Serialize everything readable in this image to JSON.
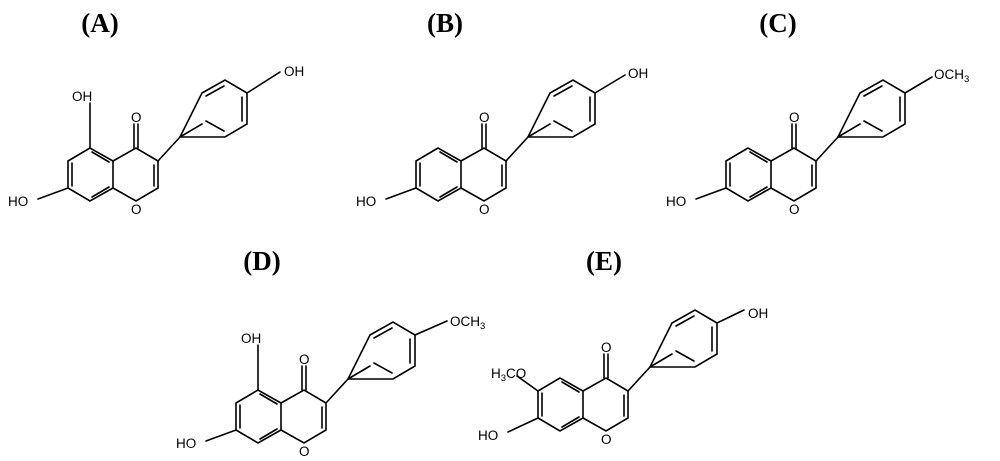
{
  "figure": {
    "panels": [
      {
        "id": "A",
        "label": "(A)",
        "substituents": {
          "ring_oh_top": "OH",
          "ring_oh_left": "HO",
          "carbonyl_o": "O",
          "ring_o": "O",
          "phenyl_para": "OH"
        }
      },
      {
        "id": "B",
        "label": "(B)",
        "substituents": {
          "ring_oh_left": "HO",
          "carbonyl_o": "O",
          "ring_o": "O",
          "phenyl_para": "OH"
        }
      },
      {
        "id": "C",
        "label": "(C)",
        "substituents": {
          "ring_oh_left": "HO",
          "carbonyl_o": "O",
          "ring_o": "O",
          "phenyl_para": "OCH3"
        }
      },
      {
        "id": "D",
        "label": "(D)",
        "substituents": {
          "ring_oh_top": "OH",
          "ring_oh_left": "HO",
          "carbonyl_o": "O",
          "ring_o": "O",
          "phenyl_para": "OCH3"
        }
      },
      {
        "id": "E",
        "label": "(E)",
        "substituents": {
          "ring_methoxy": "H3CO",
          "ring_oh_left": "HO",
          "carbonyl_o": "O",
          "ring_o": "O",
          "phenyl_para": "OH"
        }
      }
    ]
  }
}
